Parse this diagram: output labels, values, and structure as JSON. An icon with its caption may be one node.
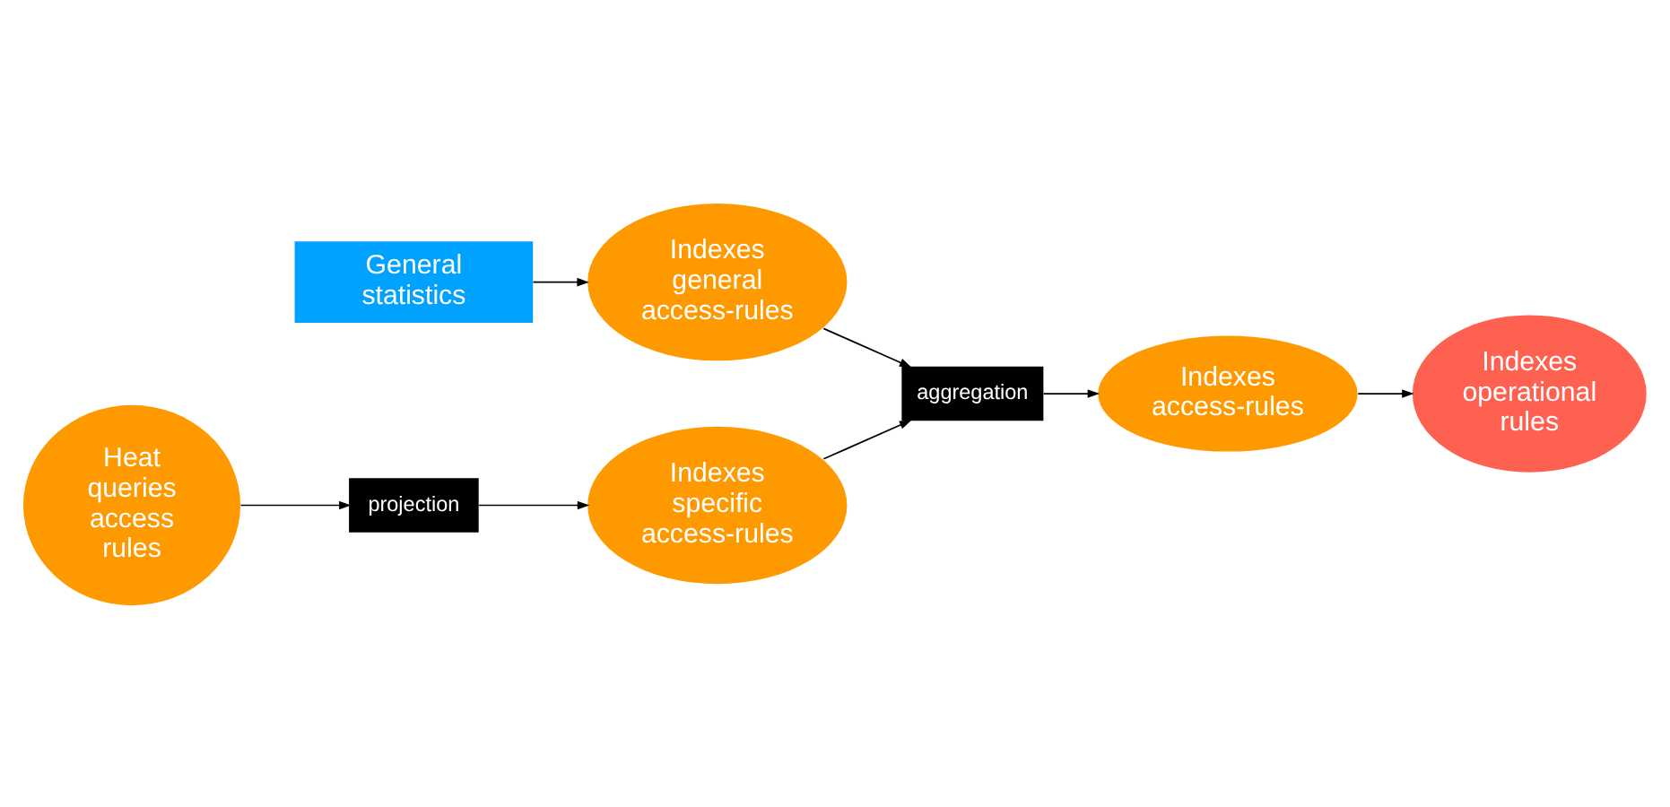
{
  "diagram": {
    "nodes": [
      {
        "text": [
          "General statistics"
        ]
      },
      {
        "text": [
          "Indexes general access-rules"
        ]
      },
      {
        "text": [
          "Heat queries access rules"
        ]
      },
      {
        "text": [
          "projection"
        ]
      },
      {
        "text": [
          "Indexes specific access-rules"
        ]
      },
      {
        "text": [
          "aggregation"
        ]
      },
      {
        "text": [
          "Indexes access-rules"
        ]
      },
      {
        "text": [
          "Indexes operational rules"
        ]
      }
    ],
    "edges": [
      {
        "from": 0,
        "to": 1,
        "arrow": "to"
      },
      {
        "from": 2,
        "to": 3,
        "arrow": "to"
      },
      {
        "from": 3,
        "to": 4,
        "arrow": "to"
      },
      {
        "from": 1,
        "to": 5,
        "arrow": "to"
      },
      {
        "from": 4,
        "to": 5,
        "arrow": "to"
      },
      {
        "from": 5,
        "to": 6,
        "arrow": "to"
      },
      {
        "from": 6,
        "to": 7,
        "arrow": "to"
      }
    ]
  }
}
